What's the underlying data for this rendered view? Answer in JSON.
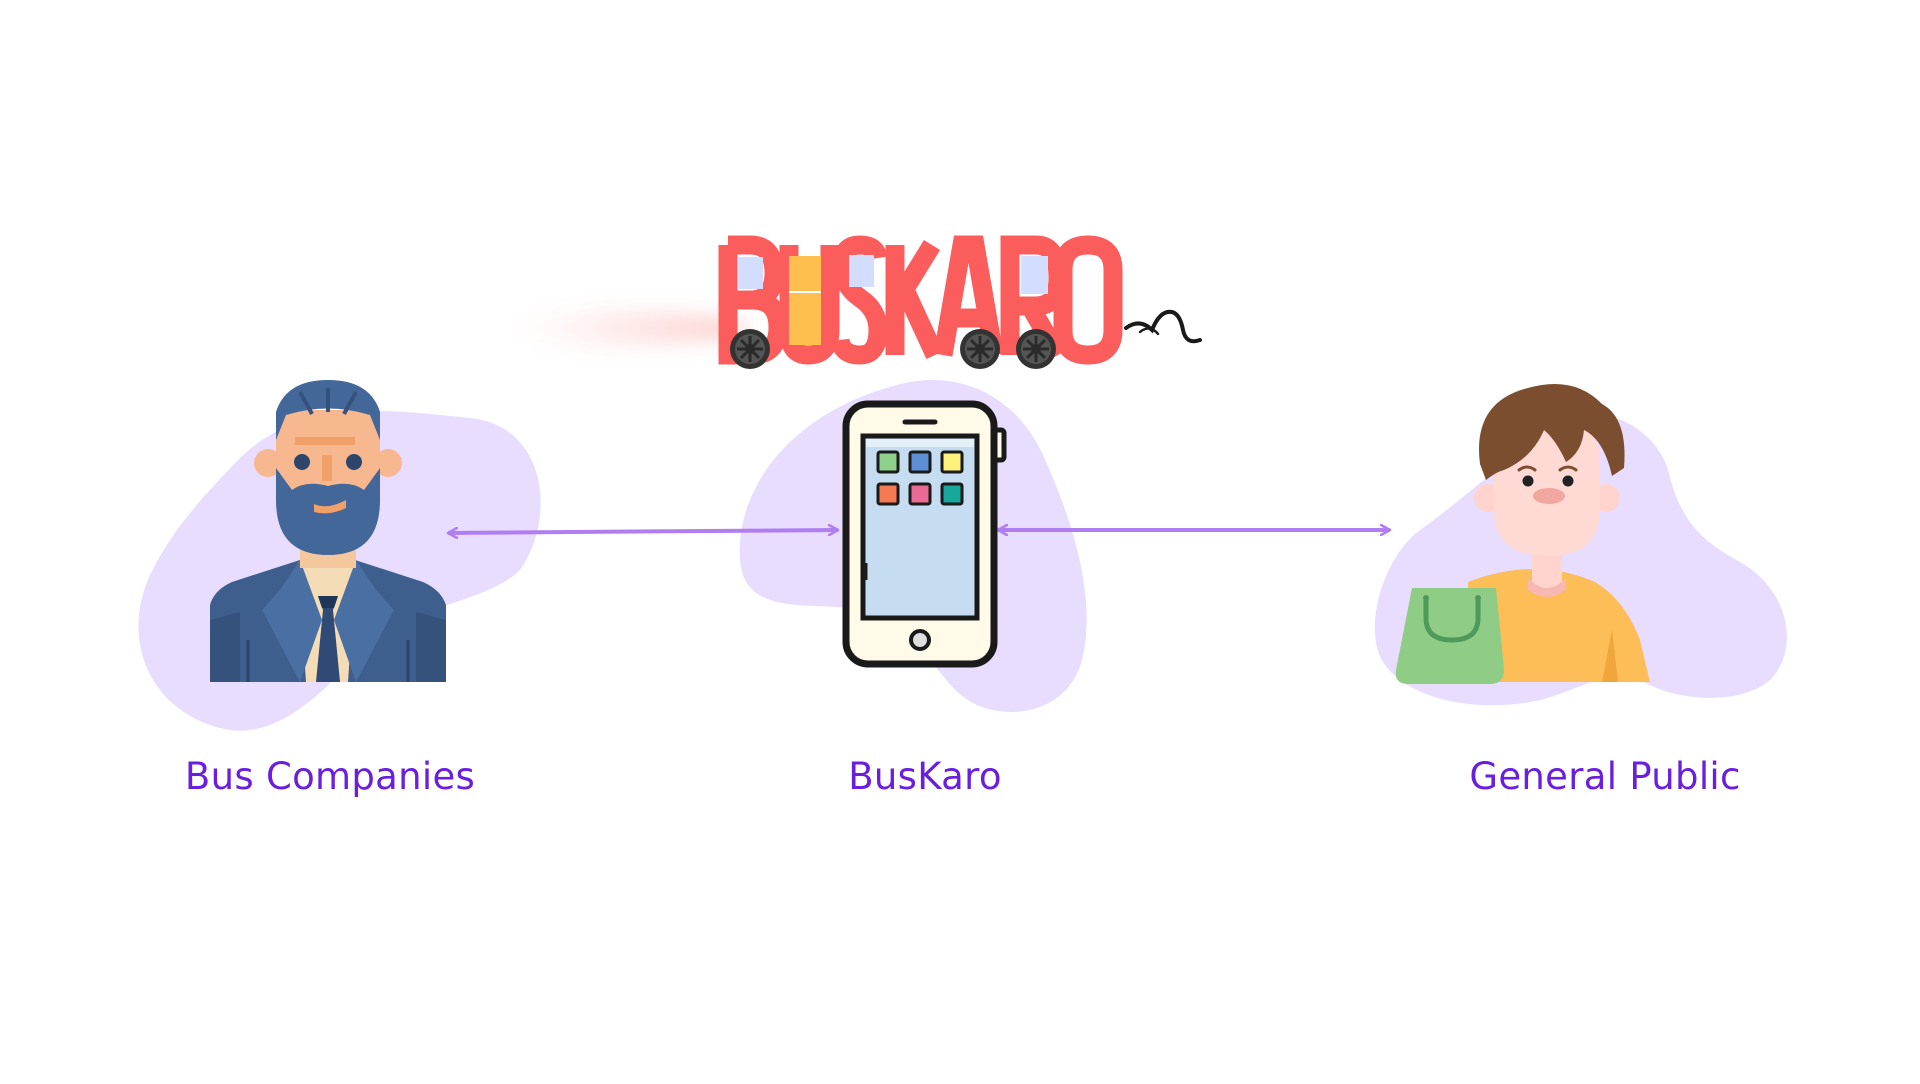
{
  "logo": {
    "text": "BUSKARO"
  },
  "actors": {
    "bus_companies": "Bus Companies",
    "buskaro": "BusKaro",
    "general_public": "General Public"
  },
  "colors": {
    "label": "#6a1fe0",
    "blob": "#e8dcff",
    "arrow": "#b07ef0",
    "logo_red": "#fb5c5c",
    "logo_orange": "#ffbf4f",
    "logo_window": "#d2ddff"
  },
  "icons": {
    "bus_companies": "businessman-icon",
    "buskaro": "smartphone-icon",
    "general_public": "shopper-icon"
  }
}
